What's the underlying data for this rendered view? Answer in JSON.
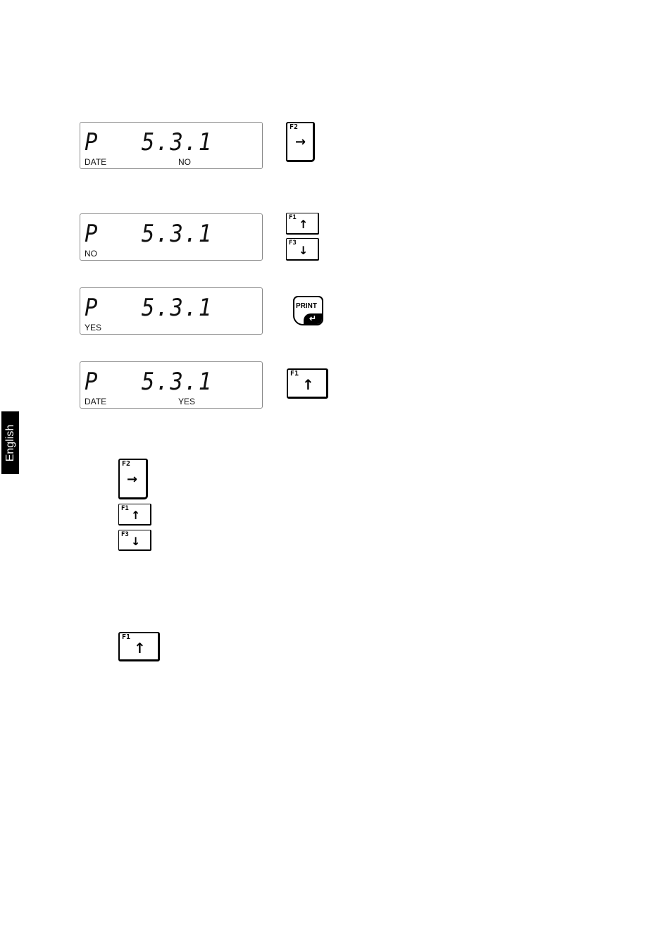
{
  "side_tab": {
    "label": "English"
  },
  "displays": [
    {
      "code": "P   5.3.1",
      "label_left": "DATE",
      "label_right": "NO"
    },
    {
      "code": "P   5.3.1",
      "label_left": "NO",
      "label_right": ""
    },
    {
      "code": "P   5.3.1",
      "label_left": "YES",
      "label_right": ""
    },
    {
      "code": "P   5.3.1",
      "label_left": "DATE",
      "label_right": "YES"
    }
  ],
  "keys": {
    "f2": {
      "fn": "F2",
      "arrow": "→"
    },
    "f1": {
      "fn": "F1",
      "arrow": "↑"
    },
    "f3": {
      "fn": "F3",
      "arrow": "↓"
    },
    "print": {
      "label": "PRINT",
      "enter": "↵"
    }
  },
  "icons": [
    "right-arrow-icon",
    "up-arrow-icon",
    "down-arrow-icon",
    "enter-icon"
  ]
}
